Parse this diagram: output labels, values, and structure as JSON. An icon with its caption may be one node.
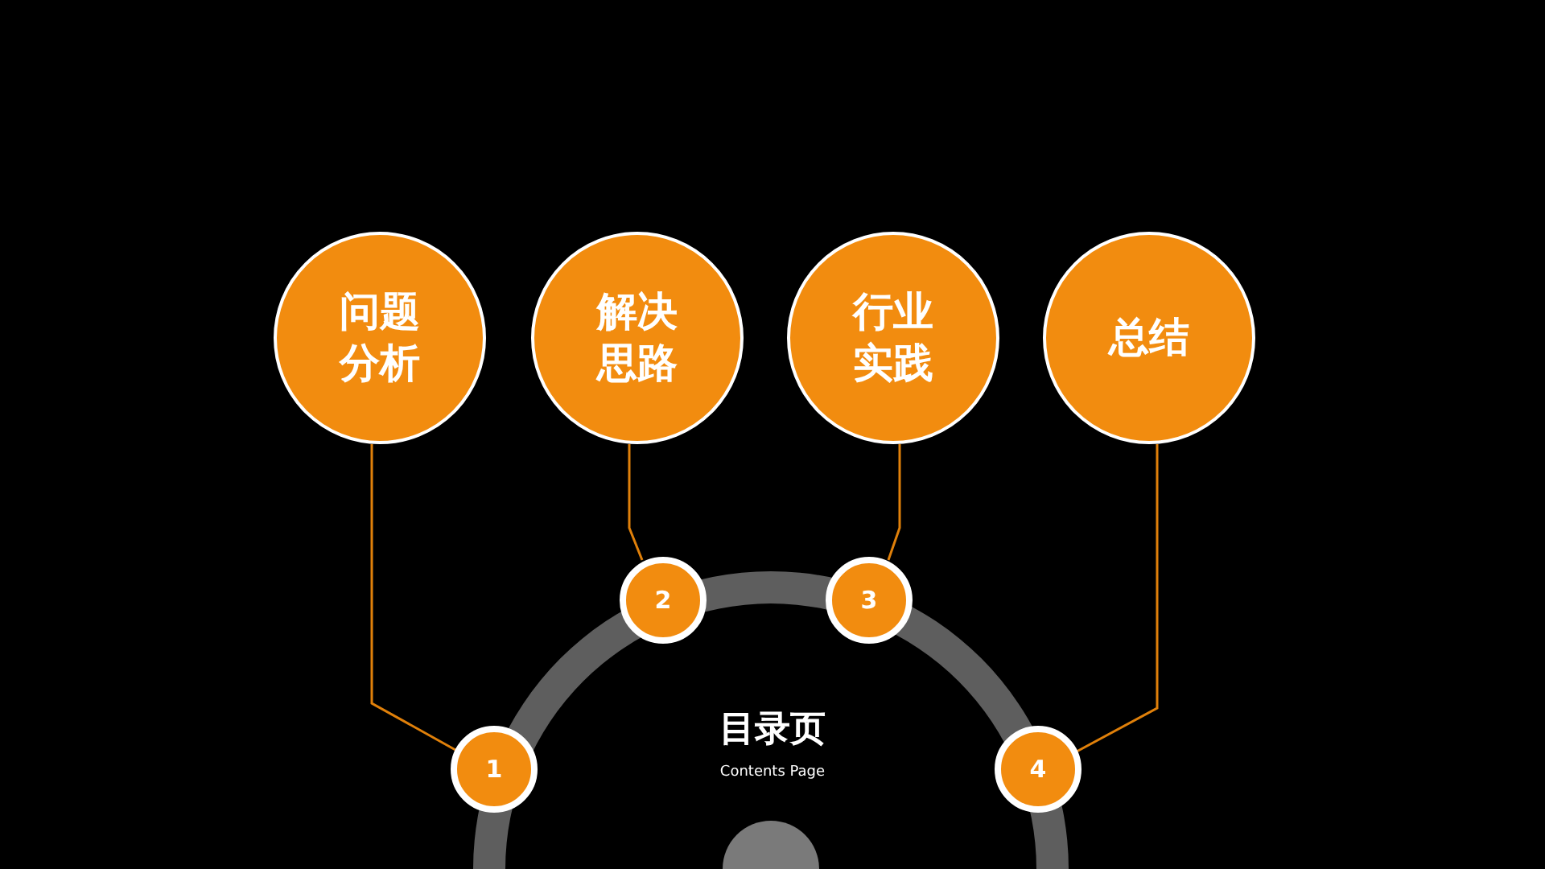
{
  "diagram": {
    "title": "目录页",
    "caption": "Contents Page",
    "nodes": [
      {
        "text": [
          "问题分析"
        ]
      },
      {
        "text": [
          "解决思路"
        ]
      },
      {
        "text": [
          "行业实践"
        ]
      },
      {
        "text": [
          "总结"
        ]
      },
      {
        "text": [
          "1"
        ]
      },
      {
        "text": [
          "2"
        ]
      },
      {
        "text": [
          "3"
        ]
      },
      {
        "text": [
          "4"
        ]
      }
    ],
    "edges": [
      {
        "from": 0,
        "to": 4,
        "arrow": "none"
      },
      {
        "from": 1,
        "to": 5,
        "arrow": "none"
      },
      {
        "from": 2,
        "to": 6,
        "arrow": "none"
      },
      {
        "from": 3,
        "to": 7,
        "arrow": "none"
      }
    ]
  }
}
